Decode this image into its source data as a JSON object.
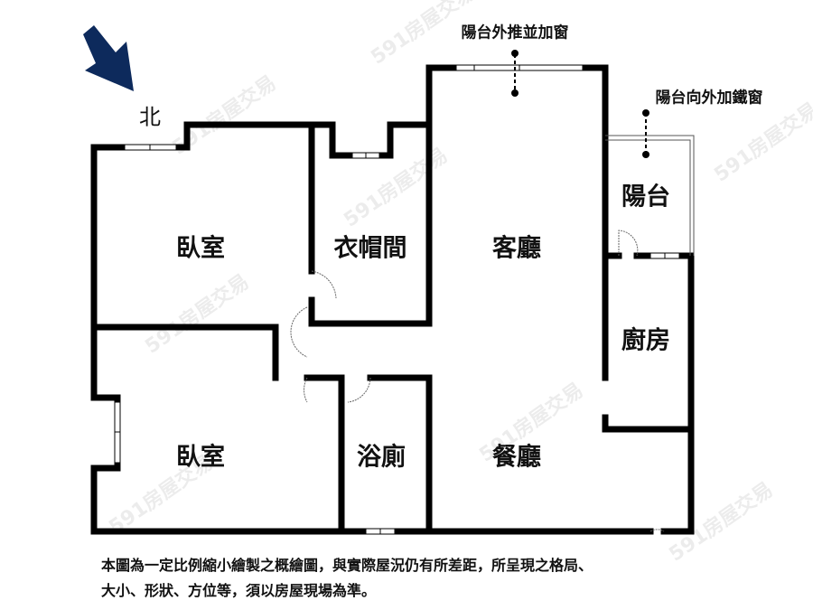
{
  "compass": {
    "label": "北",
    "arrow_color": "#0d2a5c"
  },
  "rooms": {
    "bedroom_top": "臥室",
    "closet": "衣帽間",
    "living_room": "客廳",
    "balcony": "陽台",
    "kitchen": "廚房",
    "bedroom_bottom": "臥室",
    "bathroom": "浴廁",
    "dining_room": "餐廳"
  },
  "annotations": {
    "living_window": "陽台外推並加窗",
    "balcony_window": "陽台向外加鐵窗"
  },
  "disclaimer": {
    "line1": "本圖為一定比例縮小繪製之概繪圖，與實際屋況仍有所差距，所呈現之格局、",
    "line2": "大小、形狀、方位等，須以房屋現場為準。"
  },
  "watermark": "591房屋交易"
}
